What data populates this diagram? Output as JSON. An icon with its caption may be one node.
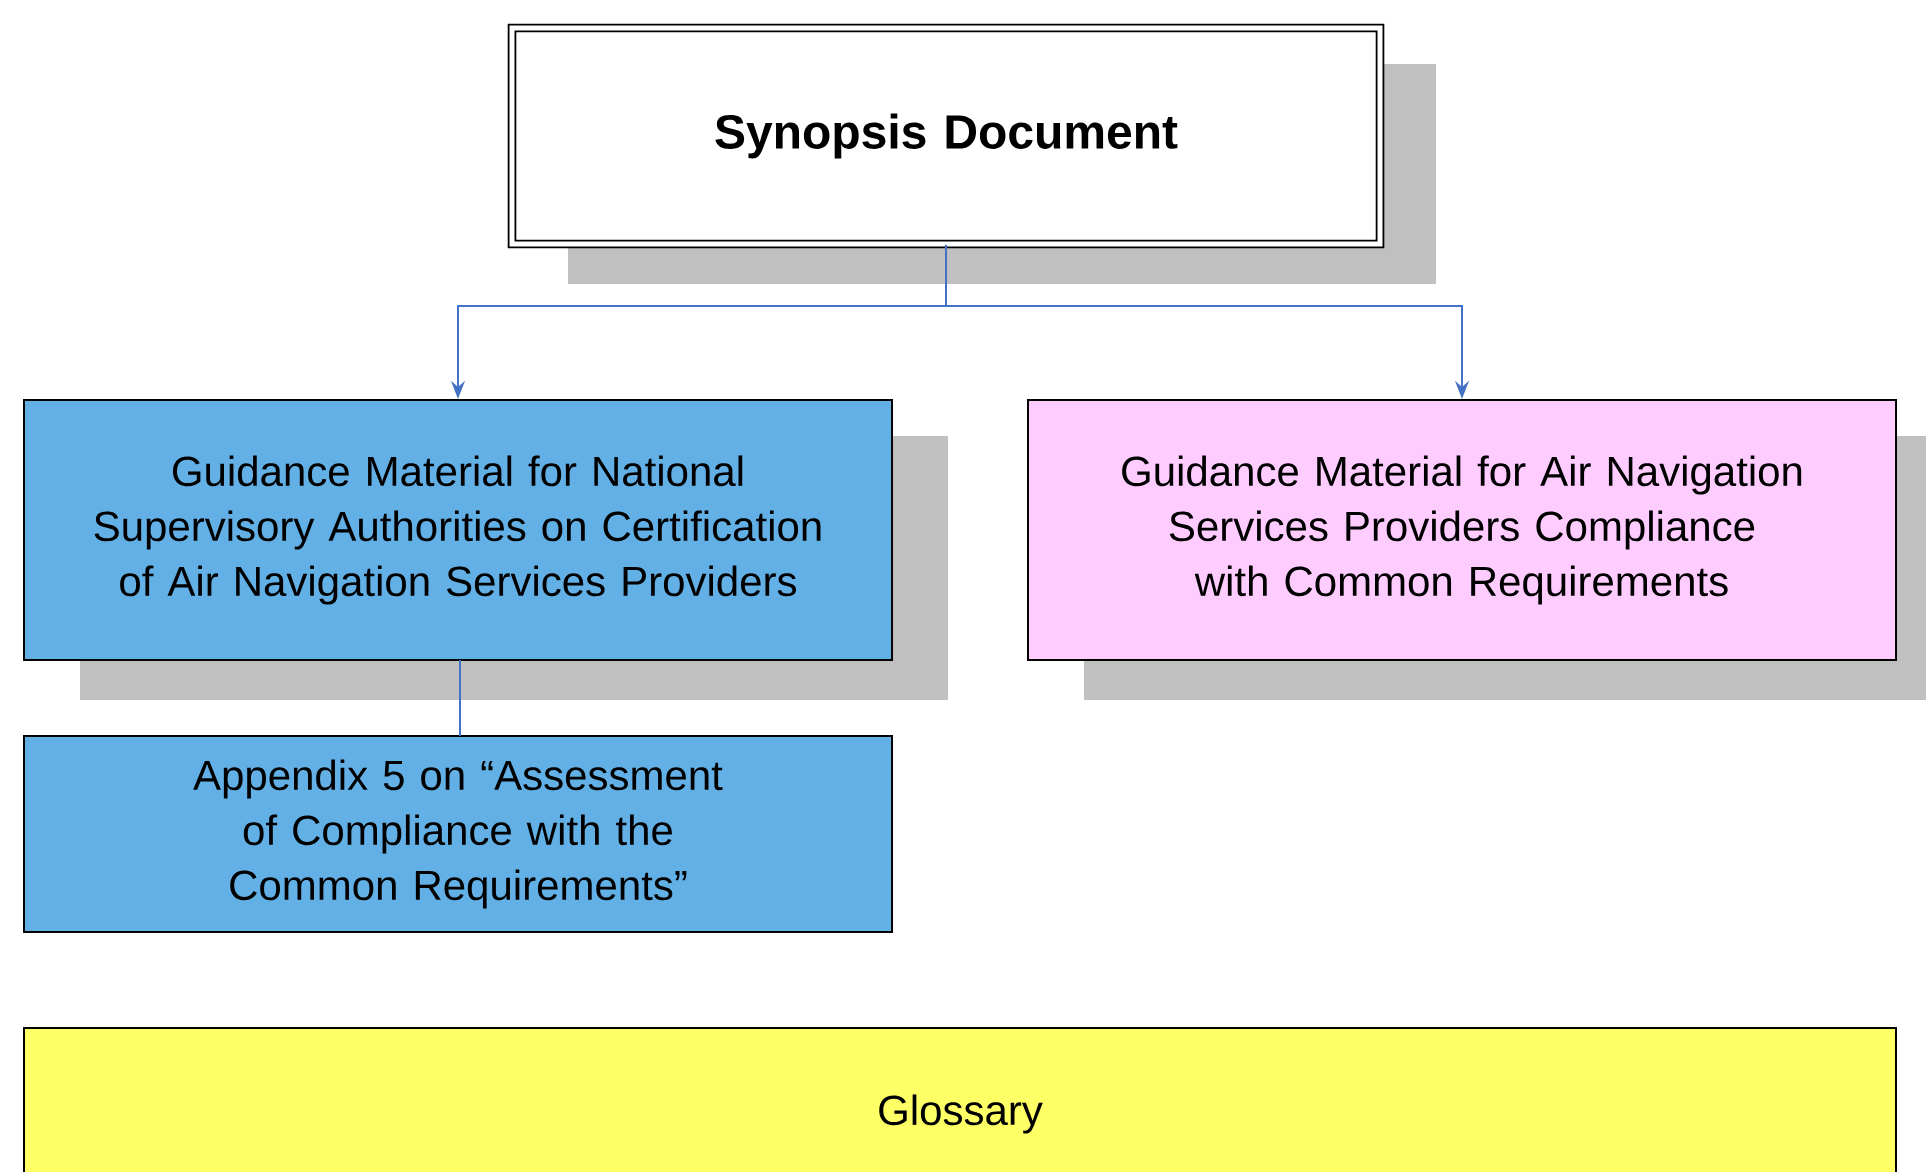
{
  "diagram": {
    "nodes": [
      {
        "text": [
          "Synopsis Document"
        ]
      },
      {
        "text": [
          "Guidance Material for National Supervisory Authorities on Certification of Air Navigation Services Providers"
        ]
      },
      {
        "text": [
          "Guidance Material for Air Navigation Services Providers Compliance with Common Requirements"
        ]
      },
      {
        "text": [
          "Appendix 5 on “Assessment of Compliance with the Common Requirements”"
        ]
      },
      {
        "text": [
          "Glossary"
        ]
      }
    ],
    "edges": [
      {
        "from": 0,
        "to": 1,
        "arrow": "to"
      },
      {
        "from": 0,
        "to": 2,
        "arrow": "to"
      },
      {
        "from": 1,
        "to": 3,
        "arrow": "none"
      }
    ]
  }
}
